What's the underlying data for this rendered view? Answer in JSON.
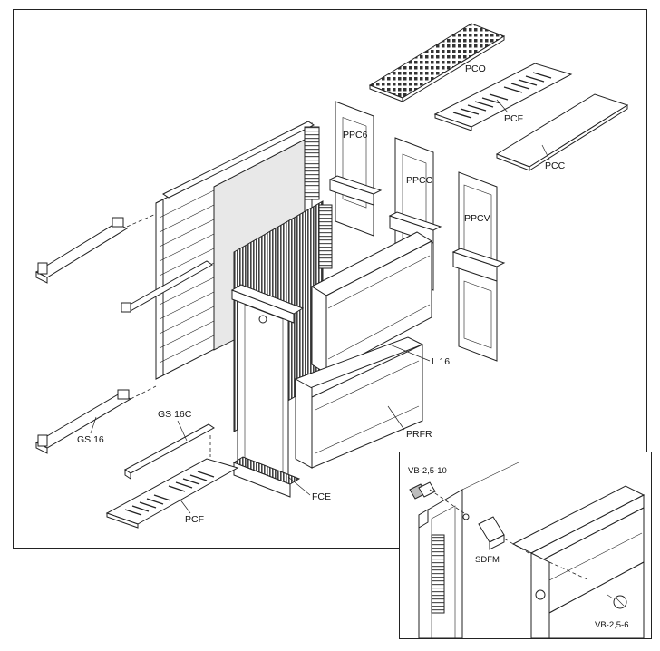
{
  "labels": {
    "pco": "PCO",
    "pcf_top": "PCF",
    "pcc": "PCC",
    "ppc6": "PPC6",
    "ppcc": "PPCC",
    "ppcv": "PPCV",
    "l16": "L 16",
    "prfr": "PRFR",
    "gs16c": "GS 16C",
    "gs16": "GS 16",
    "pcf_bottom": "PCF",
    "fce": "FCE"
  },
  "detail": {
    "vb_top": "VB-2,5-10",
    "sdfm": "SDFM",
    "vb_bottom": "VB-2,5-6"
  }
}
